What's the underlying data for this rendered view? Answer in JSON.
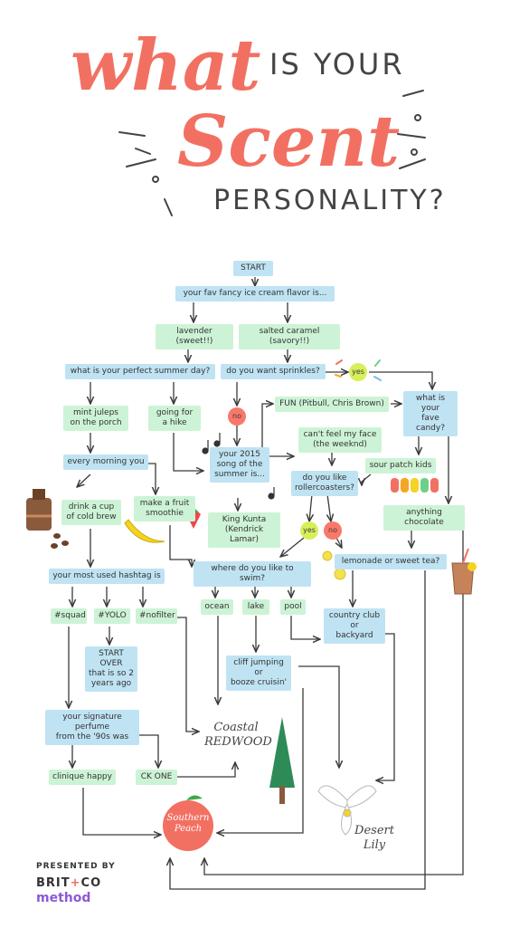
{
  "title": {
    "line1_script": "what",
    "line1_caps": "IS YOUR",
    "line2_script": "Scent",
    "line3_caps": "PERSONALITY?"
  },
  "nodes": {
    "start": "START",
    "q_icecream": "your fav fancy ice cream flavor is...",
    "a_lavender": "lavender (sweet!!)",
    "a_salted": "salted caramel (savory!!)",
    "q_summer_day": "what is your perfect summer day?",
    "q_sprinkles": "do you want sprinkles?",
    "a_yes1": "yes",
    "a_no1": "no",
    "a_mint": "mint juleps\non the porch",
    "a_hike": "going for\na hike",
    "a_fun": "FUN (Pitbull, Chris Brown)",
    "q_candy": "what is your\nfave candy?",
    "q_song": "your 2015\nsong of the\nsummer is...",
    "a_cantfeel": "can't feel my face\n(the weeknd)",
    "q_morning": "every morning you",
    "a_sourpatch": "sour patch kids",
    "q_rollercoasters": "do you like\nrollercoasters?",
    "a_coldbrew": "drink a cup\nof cold brew",
    "a_smoothie": "make a fruit\nsmoothie",
    "a_chocolate": "anything chocolate",
    "a_kingkunta": "King Kunta\n(Kendrick Lamar)",
    "a_yes2": "yes",
    "a_no2": "no",
    "q_hashtag": "your most used hashtag is",
    "q_swim": "where do you like to swim?",
    "q_lemonade": "lemonade or sweet tea?",
    "a_squad": "#squad",
    "a_yolo": "#YOLO",
    "a_nofilter": "#nofilter",
    "a_ocean": "ocean",
    "a_lake": "lake",
    "a_pool": "pool",
    "a_country": "country club\nor\nbackyard",
    "r_startover": "START OVER\nthat is so 2\nyears ago",
    "a_cliff": "cliff jumping\nor\nbooze cruisin'",
    "q_perfume": "your signature perfume\nfrom the '90s was",
    "a_clinique": "clinique happy",
    "a_ckone": "CK ONE"
  },
  "results": {
    "coastal_redwood": "Coastal\nREDWOOD",
    "southern_peach": "Southern\nPeach",
    "desert_lily": "Desert\nLily"
  },
  "footer": {
    "presented_by": "PRESENTED BY",
    "brand1_a": "BRIT",
    "brand1_plus": "+",
    "brand1_b": "CO",
    "brand2": "method"
  },
  "colors": {
    "accent": "#f27062",
    "blue_box": "#bfe3f3",
    "green_box": "#cdf3d6",
    "line": "#3a3a3a",
    "yes_circle": "#d8ef5a",
    "no_circle": "#f8796a"
  }
}
